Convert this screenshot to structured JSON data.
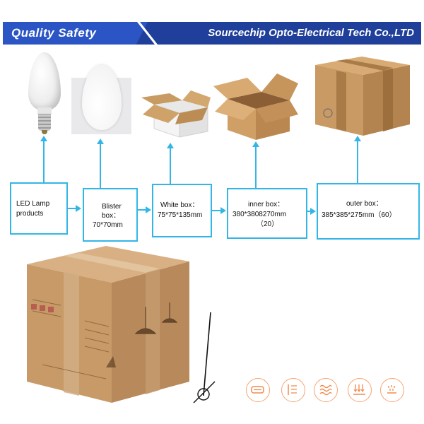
{
  "banner": {
    "title": "Quality Safety",
    "company": "Sourcechip Opto-Electrical Tech Co.,LTD"
  },
  "flow": [
    {
      "line1": "LED  Lamp",
      "line2": "products",
      "line3": ""
    },
    {
      "line1": "Blister",
      "line2": "box：",
      "line3": "70*70mm"
    },
    {
      "line1": "White box：",
      "line2": "75*75*135mm",
      "line3": ""
    },
    {
      "line1": "inner box：",
      "line2": "380*3808270mm",
      "line3": "（20）"
    },
    {
      "line1": "outer box：",
      "line2": "385*385*275mm（60）",
      "line3": ""
    }
  ],
  "icons": [
    "fragile-roll-icon",
    "bounce-icon",
    "heat-wave-icon",
    "stack-arrows-icon",
    "moisture-icon"
  ],
  "colors": {
    "banner_dark": "#1f3f9a",
    "banner_light": "#2b55c4",
    "connector": "#33b6e6",
    "icon_accent": "#f3a574",
    "cardboard": "#c99a64"
  }
}
